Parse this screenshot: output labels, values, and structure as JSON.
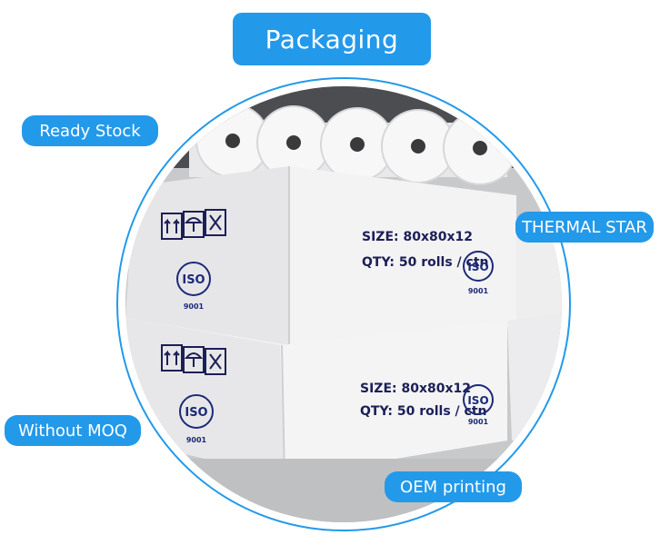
{
  "title": "Packaging",
  "labels": {
    "ready_stock": "Ready Stock",
    "thermal_star": "THERMAL STAR",
    "without_moq": "Without MOQ",
    "oem_printing": "OEM printing"
  },
  "boxes": {
    "size": "SIZE: 80x80x12",
    "qty": "QTY: 50 rolls / ctn",
    "iso": "ISO",
    "iso_number": "9001"
  },
  "colors": {
    "accent": "#2399ea",
    "box": "#f2f2f3",
    "print": "#1c1f57"
  },
  "icons": [
    "this-way-up-icon",
    "keep-dry-icon",
    "fragile-icon",
    "iso-logo"
  ]
}
